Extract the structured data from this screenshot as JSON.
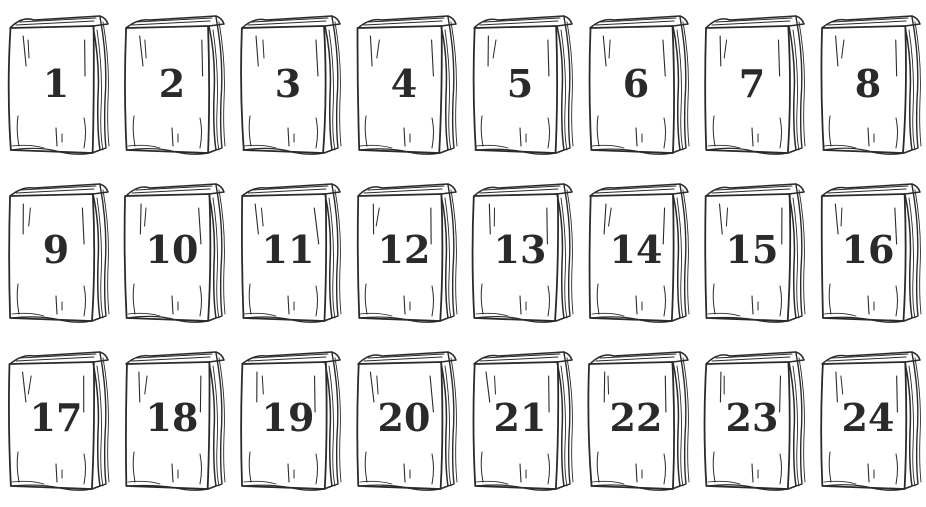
{
  "books": [
    {
      "label": "1"
    },
    {
      "label": "2"
    },
    {
      "label": "3"
    },
    {
      "label": "4"
    },
    {
      "label": "5"
    },
    {
      "label": "6"
    },
    {
      "label": "7"
    },
    {
      "label": "8"
    },
    {
      "label": "9"
    },
    {
      "label": "10"
    },
    {
      "label": "11"
    },
    {
      "label": "12"
    },
    {
      "label": "13"
    },
    {
      "label": "14"
    },
    {
      "label": "15"
    },
    {
      "label": "16"
    },
    {
      "label": "17"
    },
    {
      "label": "18"
    },
    {
      "label": "19"
    },
    {
      "label": "20"
    },
    {
      "label": "21"
    },
    {
      "label": "22"
    },
    {
      "label": "23"
    },
    {
      "label": "24"
    }
  ],
  "colors": {
    "ink": "#2a2a2a",
    "paper": "#ffffff"
  },
  "icons": {
    "book": "closed-book-sketch-icon"
  }
}
